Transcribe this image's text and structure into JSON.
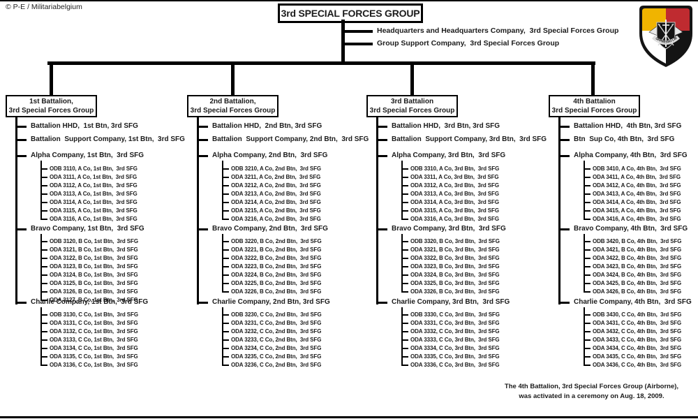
{
  "copyright": "© P-E / Militariabelgium",
  "title": "3rd SPECIAL FORCES GROUP",
  "group_units": [
    "Headquarters and Headquarters Company,  3rd Special Forces Group",
    "Group Support Company,  3rd Special Forces Group"
  ],
  "insignia": {
    "name": "3rd Special Forces Group beret flash",
    "motto": "DE OPPRESSO LIBER",
    "colors": {
      "yellow": "#f0b400",
      "red": "#bf2b30",
      "white": "#ffffff",
      "black": "#141414"
    }
  },
  "battalions": [
    {
      "box_line1": "1st Battalion,",
      "box_line2": "3rd Special Forces Group",
      "units": [
        "Battalion HHD,  1st Btn, 3rd SFG",
        "Battalion  Support Company, 1st Btn,  3rd SFG"
      ],
      "companies": [
        {
          "label": "Alpha Company, 1st Btn,  3rd SFG",
          "teams": [
            "ODB 3110, A Co, 1st Btn,  3rd SFG",
            "ODA 3111, A Co, 1st Btn,  3rd SFG",
            "ODA 3112, A Co, 1st Btn,  3rd SFG",
            "ODA 3113, A Co, 1st Btn,  3rd SFG",
            "ODA 3114, A Co, 1st Btn,  3rd SFG",
            "ODA 3115, A Co, 1st Btn,  3rd SFG",
            "ODA 3116, A Co, 1st Btn,  3rd SFG"
          ]
        },
        {
          "label": "Bravo Company, 1st Btn,  3rd SFG",
          "teams": [
            "ODB 3120, B Co, 1st Btn,  3rd SFG",
            "ODA 3121, B Co, 1st Btn,  3rd SFG",
            "ODA 3122, B Co, 1st Btn,  3rd SFG",
            "ODA 3123, B Co, 1st Btn,  3rd SFG",
            "ODA 3124, B Co, 1st Btn,  3rd SFG",
            "ODA 3125, B Co, 1st Btn,  3rd SFG",
            "ODA 3126, B Co, 1st Btn,  3rd SFG",
            "ODA 3127, B Co, 1st Btn,  3rd SFG"
          ]
        },
        {
          "label": "Charlie Company, 1st Btn,  3rd SFG",
          "teams": [
            "ODB 3130, C Co, 1st Btn,  3rd SFG",
            "ODA 3131, C Co, 1st Btn,  3rd SFG",
            "ODA 3132, C Co, 1st Btn,  3rd SFG",
            "ODA 3133, C Co, 1st Btn,  3rd SFG",
            "ODA 3134, C Co, 1st Btn,  3rd SFG",
            "ODA 3135, C Co, 1st Btn,  3rd SFG",
            "ODA 3136, C Co, 1st Btn,  3rd SFG"
          ]
        }
      ]
    },
    {
      "box_line1": "2nd Battalion,",
      "box_line2": "3rd Special Forces Group",
      "units": [
        "Battalion HHD,  2nd Btn, 3rd SFG",
        "Battalion  Support Company, 2nd Btn,  3rd SFG"
      ],
      "companies": [
        {
          "label": "Alpha Company, 2nd Btn,  3rd SFG",
          "teams": [
            "ODB 3210, A Co, 2nd Btn,  3rd SFG",
            "ODA 3211, A Co, 2nd Btn,  3rd SFG",
            "ODA 3212, A Co, 2nd Btn,  3rd SFG",
            "ODA 3213, A Co, 2nd Btn,  3rd SFG",
            "ODA 3214, A Co, 2nd Btn,  3rd SFG",
            "ODA 3215, A Co, 2nd Btn,  3rd SFG",
            "ODA 3216, A Co, 2nd Btn,  3rd SFG"
          ]
        },
        {
          "label": "Bravo Company, 2nd Btn,  3rd SFG",
          "teams": [
            "ODB 3220, B Co, 2nd Btn,  3rd SFG",
            "ODA 3221, B Co, 2nd Btn,  3rd SFG",
            "ODA 3222, B Co, 2nd Btn,  3rd SFG",
            "ODA 3223, B Co, 2nd Btn,  3rd SFG",
            "ODA 3224, B Co, 2nd Btn,  3rd SFG",
            "ODA 3225, B Co, 2nd Btn,  3rd SFG",
            "ODA 3226, B Co, 2nd Btn,  3rd SFG"
          ]
        },
        {
          "label": "Charlie Company, 2nd Btn, 3rd SFG",
          "teams": [
            "ODB 3230, C Co, 2nd Btn,  3rd SFG",
            "ODA 3231, C Co, 2nd Btn,  3rd SFG",
            "ODA 3232, C Co, 2nd Btn,  3rd SFG",
            "ODA 3233, C Co, 2nd Btn,  3rd SFG",
            "ODA 3234, C Co, 2nd Btn,  3rd SFG",
            "ODA 3235, C Co, 2nd Btn,  3rd SFG",
            "ODA 3236, C Co, 2nd Btn,  3rd SFG"
          ]
        }
      ]
    },
    {
      "box_line1": "3rd Battalion",
      "box_line2": "3rd Special Forces Group",
      "units": [
        "Battalion HHD,  3rd Btn, 3rd SFG",
        "Battalion  Support Company, 3rd Btn,  3rd SFG"
      ],
      "companies": [
        {
          "label": "Alpha Company, 3rd Btn,  3rd SFG",
          "teams": [
            "ODB 3310, A Co, 3rd Btn,  3rd SFG",
            "ODA 3311, A Co, 3rd Btn,  3rd SFG",
            "ODA 3312, A Co, 3rd Btn,  3rd SFG",
            "ODA 3313, A Co, 3rd Btn,  3rd SFG",
            "ODA 3314, A Co, 3rd Btn,  3rd SFG",
            "ODA 3315, A Co, 3rd Btn,  3rd SFG",
            "ODA 3316, A Co, 3rd Btn,  3rd SFG"
          ]
        },
        {
          "label": "Bravo Company, 3rd Btn,  3rd SFG",
          "teams": [
            "ODB 3320, B Co, 3rd Btn,  3rd SFG",
            "ODA 3321, B Co, 3rd Btn,  3rd SFG",
            "ODA 3322, B Co, 3rd Btn,  3rd SFG",
            "ODA 3323, B Co, 3rd Btn,  3rd SFG",
            "ODA 3324, B Co, 3rd Btn,  3rd SFG",
            "ODA 3325, B Co, 3rd Btn,  3rd SFG",
            "ODA 3326, B Co, 3rd Btn,  3rd SFG"
          ]
        },
        {
          "label": "Charlie Company, 3rd Btn,  3rd SFG",
          "teams": [
            "ODB 3330, C Co, 3rd Btn,  3rd SFG",
            "ODA 3331, C Co, 3rd Btn,  3rd SFG",
            "ODA 3332, C Co, 3rd Btn,  3rd SFG",
            "ODA 3333, C Co, 3rd Btn,  3rd SFG",
            "ODA 3334, C Co, 3rd Btn,  3rd SFG",
            "ODA 3335, C Co, 3rd Btn,  3rd SFG",
            "ODA 3336, C Co, 3rd Btn,  3rd SFG"
          ]
        }
      ]
    },
    {
      "box_line1": "4th Battalion",
      "box_line2": "3rd Special Forces Group",
      "units": [
        "Battalion HHD,  4th Btn, 3rd SFG",
        "Btn  Sup Co, 4th Btn,  3rd SFG"
      ],
      "companies": [
        {
          "label": "Alpha Company, 4th Btn,  3rd SFG",
          "teams": [
            "ODB 3410, A Co, 4th Btn,  3rd SFG",
            "ODA 3411, A Co, 4th Btn,  3rd SFG",
            "ODA 3412, A Co, 4th Btn,  3rd SFG",
            "ODA 3413, A Co, 4th Btn,  3rd SFG",
            "ODA 3414, A Co, 4th Btn,  3rd SFG",
            "ODA 3415, A Co, 4th Btn,  3rd SFG",
            "ODA 3416, A Co, 4th Btn,  3rd SFG"
          ]
        },
        {
          "label": "Bravo Company, 4th Btn,  3rd SFG",
          "teams": [
            "ODB 3420, B Co, 4th Btn,  3rd SFG",
            "ODA 3421, B Co, 4th Btn,  3rd SFG",
            "ODA 3422, B Co, 4th Btn,  3rd SFG",
            "ODA 3423, B Co, 4th Btn,  3rd SFG",
            "ODA 3424, B Co, 4th Btn,  3rd SFG",
            "ODA 3425, B Co, 4th Btn,  3rd SFG",
            "ODA 3426, B Co, 4th Btn,  3rd SFG"
          ]
        },
        {
          "label": "Charlie Company, 4th Btn,  3rd SFG",
          "teams": [
            "ODB 3430, C Co, 4th Btn,  3rd SFG",
            "ODA 3431, C Co, 4th Btn,  3rd SFG",
            "ODA 3432, C Co, 4th Btn,  3rd SFG",
            "ODA 3433, C Co, 4th Btn,  3rd SFG",
            "ODA 3434, C Co, 4th Btn,  3rd SFG",
            "ODA 3435, C Co, 4th Btn,  3rd SFG",
            "ODA 3436, C Co, 4th Btn,  3rd SFG"
          ]
        }
      ]
    }
  ],
  "footnote_line1": "The 4th Battalion, 3rd Special Forces Group (Airborne),",
  "footnote_line2": "was activated in a ceremony on Aug. 18, 2009."
}
